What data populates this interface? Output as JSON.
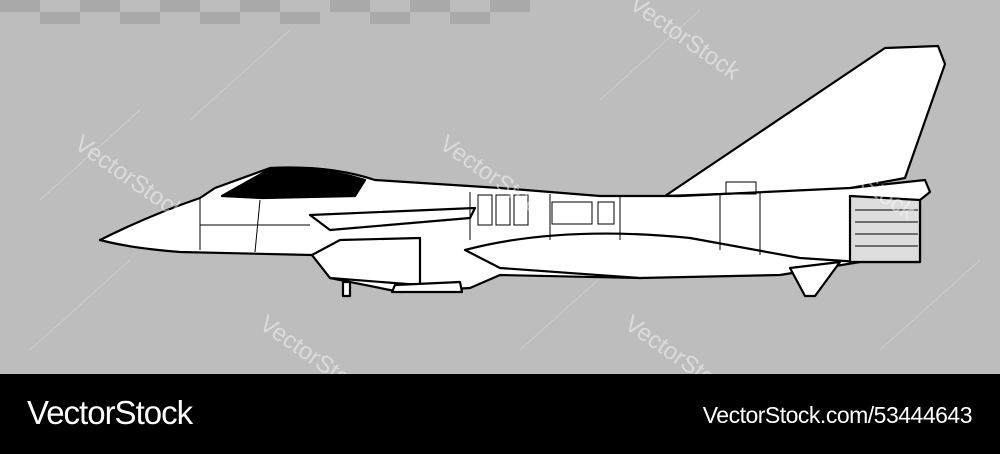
{
  "image": {
    "subject": "fighter-jet-side-view-line-drawing",
    "background_color": "#bdbdbd"
  },
  "watermark": {
    "text": "VectorStock"
  },
  "footer": {
    "brand": "VectorStock",
    "reference": "VectorStock.com/53444643"
  }
}
